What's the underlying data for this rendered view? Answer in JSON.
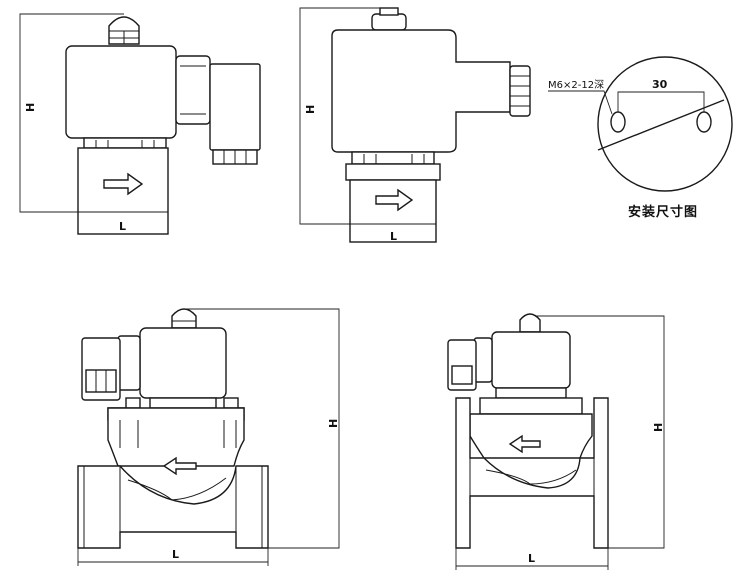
{
  "labels": {
    "h": "H",
    "l": "L",
    "spacing": "30",
    "thread": "M6×2-12深",
    "caption": "安装尺寸图"
  },
  "icons": {
    "flow_arrow": "flow-arrow-icon"
  }
}
